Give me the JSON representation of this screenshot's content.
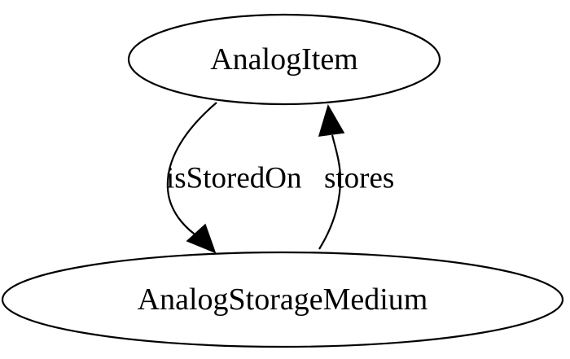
{
  "diagram": {
    "nodes": [
      {
        "id": "analog-item",
        "label": "AnalogItem"
      },
      {
        "id": "analog-storage-medium",
        "label": "AnalogStorageMedium"
      }
    ],
    "edges": [
      {
        "from": "analog-item",
        "to": "analog-storage-medium",
        "label": "isStoredOn"
      },
      {
        "from": "analog-storage-medium",
        "to": "analog-item",
        "label": "stores"
      }
    ]
  }
}
